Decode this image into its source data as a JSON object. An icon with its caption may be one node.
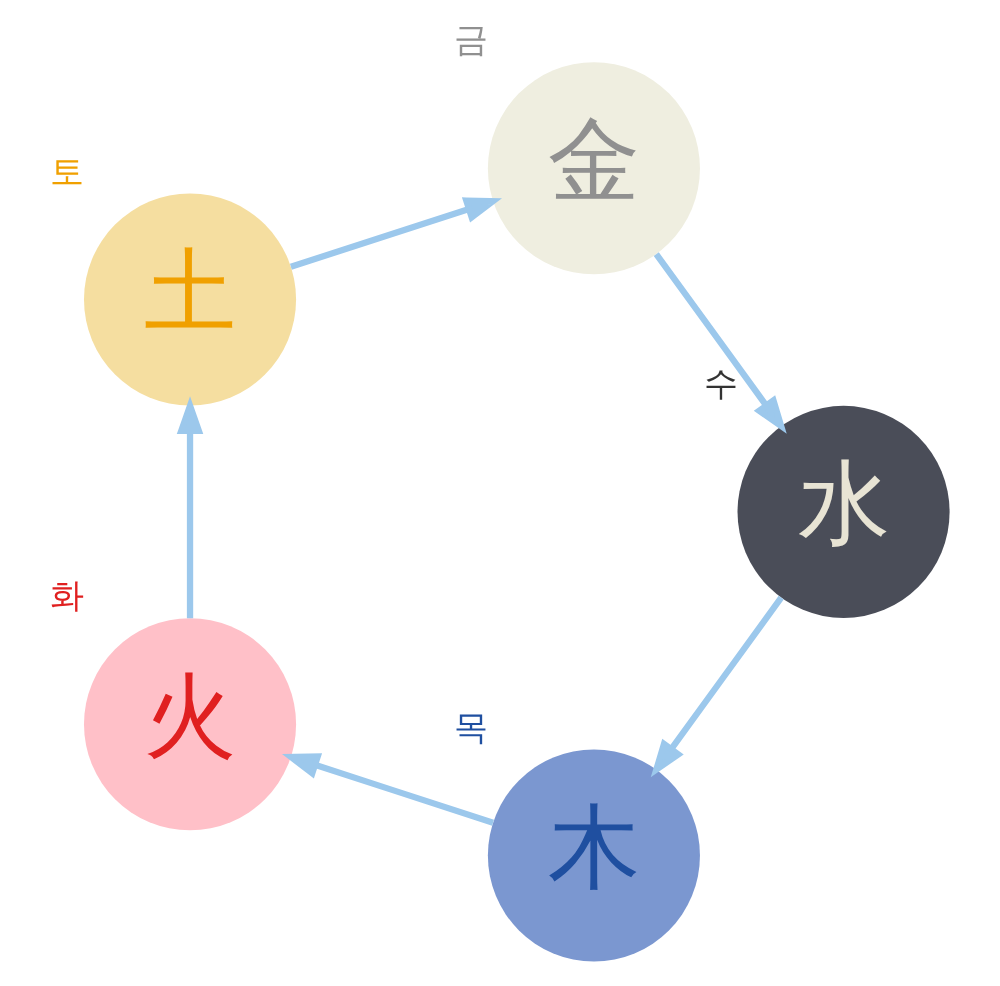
{
  "diagram": {
    "nodes": [
      {
        "text": [
          "木"
        ],
        "beside": [
          "목"
        ]
      },
      {
        "text": [
          "火"
        ],
        "beside": [
          "화"
        ]
      },
      {
        "text": [
          "土"
        ],
        "beside": [
          "토"
        ]
      },
      {
        "text": [
          "金"
        ],
        "beside": [
          "금"
        ]
      },
      {
        "text": [
          "水"
        ],
        "beside": [
          "수"
        ]
      }
    ],
    "edges": [
      {
        "from": 0,
        "to": 1,
        "arrow": "to"
      },
      {
        "from": 1,
        "to": 2,
        "arrow": "to"
      },
      {
        "from": 2,
        "to": 3,
        "arrow": "to"
      },
      {
        "from": 3,
        "to": 4,
        "arrow": "to"
      },
      {
        "from": 4,
        "to": 0,
        "arrow": "to"
      }
    ]
  }
}
